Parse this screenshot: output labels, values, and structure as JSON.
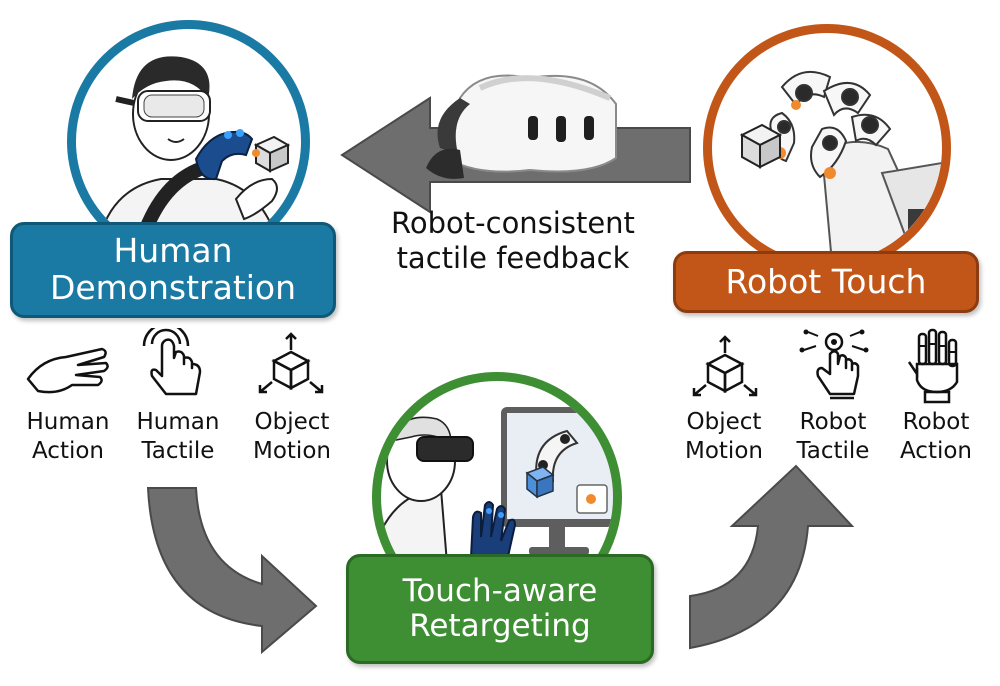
{
  "colors": {
    "human_blue": "#1A7AA4",
    "robot_orange": "#C25619",
    "retarget_green": "#3E8F34",
    "arrow_gray": "#6E6E6E"
  },
  "human_demo": {
    "label_line1": "Human",
    "label_line2": "Demonstration",
    "icons": [
      {
        "line1": "Human",
        "line2": "Action",
        "icon": "human-hand-icon"
      },
      {
        "line1": "Human",
        "line2": "Tactile",
        "icon": "touch-hand-icon"
      },
      {
        "line1": "Object",
        "line2": "Motion",
        "icon": "object-motion-icon"
      }
    ]
  },
  "robot_touch": {
    "label": "Robot Touch",
    "icons": [
      {
        "line1": "Object",
        "line2": "Motion",
        "icon": "object-motion-icon"
      },
      {
        "line1": "Robot",
        "line2": "Tactile",
        "icon": "robot-tactile-icon"
      },
      {
        "line1": "Robot",
        "line2": "Action",
        "icon": "robot-hand-icon"
      }
    ]
  },
  "feedback": {
    "line1": "Robot-consistent",
    "line2": "tactile feedback",
    "icon": "vr-headset-icon"
  },
  "retargeting": {
    "label_line1": "Touch-aware",
    "label_line2": "Retargeting"
  }
}
